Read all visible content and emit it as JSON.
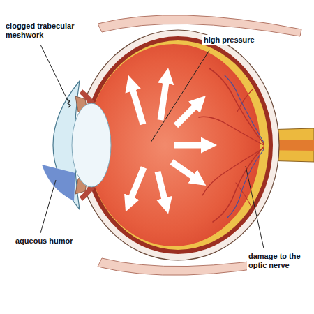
{
  "diagram": {
    "labels": [
      "clogged trabecular meshwork",
      "high pressure",
      "aqueous humor",
      "damage to the optic nerve"
    ]
  }
}
